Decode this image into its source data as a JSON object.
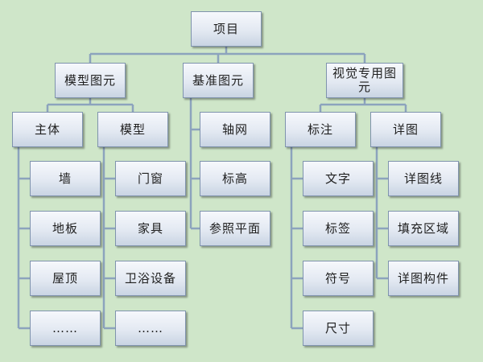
{
  "diagram": {
    "root": "项目",
    "nodes": {
      "n_root": "项目",
      "n_model_elem": "模型图元",
      "n_datum_elem": "基准图元",
      "n_view_elem": "视觉专用图元",
      "n_host": "主体",
      "n_model": "模型",
      "n_axis": "轴网",
      "n_level": "标高",
      "n_refplane": "参照平面",
      "n_annot": "标注",
      "n_detail": "详图",
      "n_wall": "墙",
      "n_floor": "地板",
      "n_roof": "屋顶",
      "n_host_more": "……",
      "n_door": "门窗",
      "n_furn": "家具",
      "n_sanit": "卫浴设备",
      "n_model_more": "……",
      "n_text": "文字",
      "n_tag": "标签",
      "n_symbol": "符号",
      "n_dim": "尺寸",
      "n_dline": "详图线",
      "n_fill": "填充区域",
      "n_dcomp": "详图构件"
    },
    "colors": {
      "background": "#cfe6c9",
      "connector": "#8ca3bd",
      "node_border": "#7f93ad"
    }
  }
}
